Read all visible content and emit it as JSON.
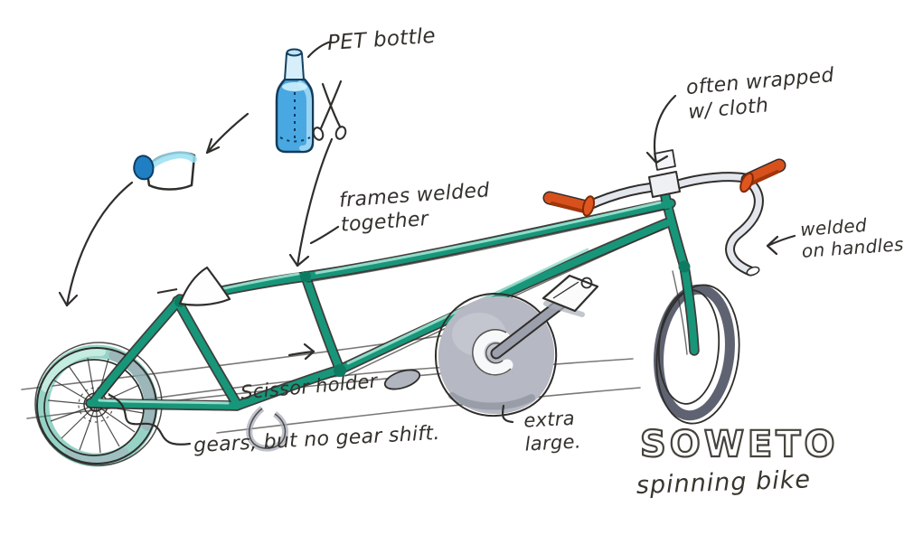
{
  "title": {
    "main": "SOWETO",
    "subtitle": "spinning bike"
  },
  "annotations": {
    "pet_bottle": "PET bottle",
    "often_wrapped_1": "often wrapped",
    "often_wrapped_2": "w/ cloth",
    "frames_welded_1": "frames welded",
    "frames_welded_2": "together",
    "welded_handles_1": "welded",
    "welded_handles_2": "on handles",
    "scissor_holder": "Scissor holder",
    "gears": "gears, but no gear shift.",
    "extra_large_1": "extra",
    "extra_large_2": "large."
  },
  "colors": {
    "frame_teal": "#17967a",
    "frame_highlight": "#9fe3d2",
    "metal_grey": "#b2b6c0",
    "tire_dark": "#565b69",
    "grip_orange": "#d8511d",
    "bottle_blue": "#49a8e2",
    "bottle_light_blue": "#a8dcf4",
    "ink": "#2f2e2b"
  }
}
